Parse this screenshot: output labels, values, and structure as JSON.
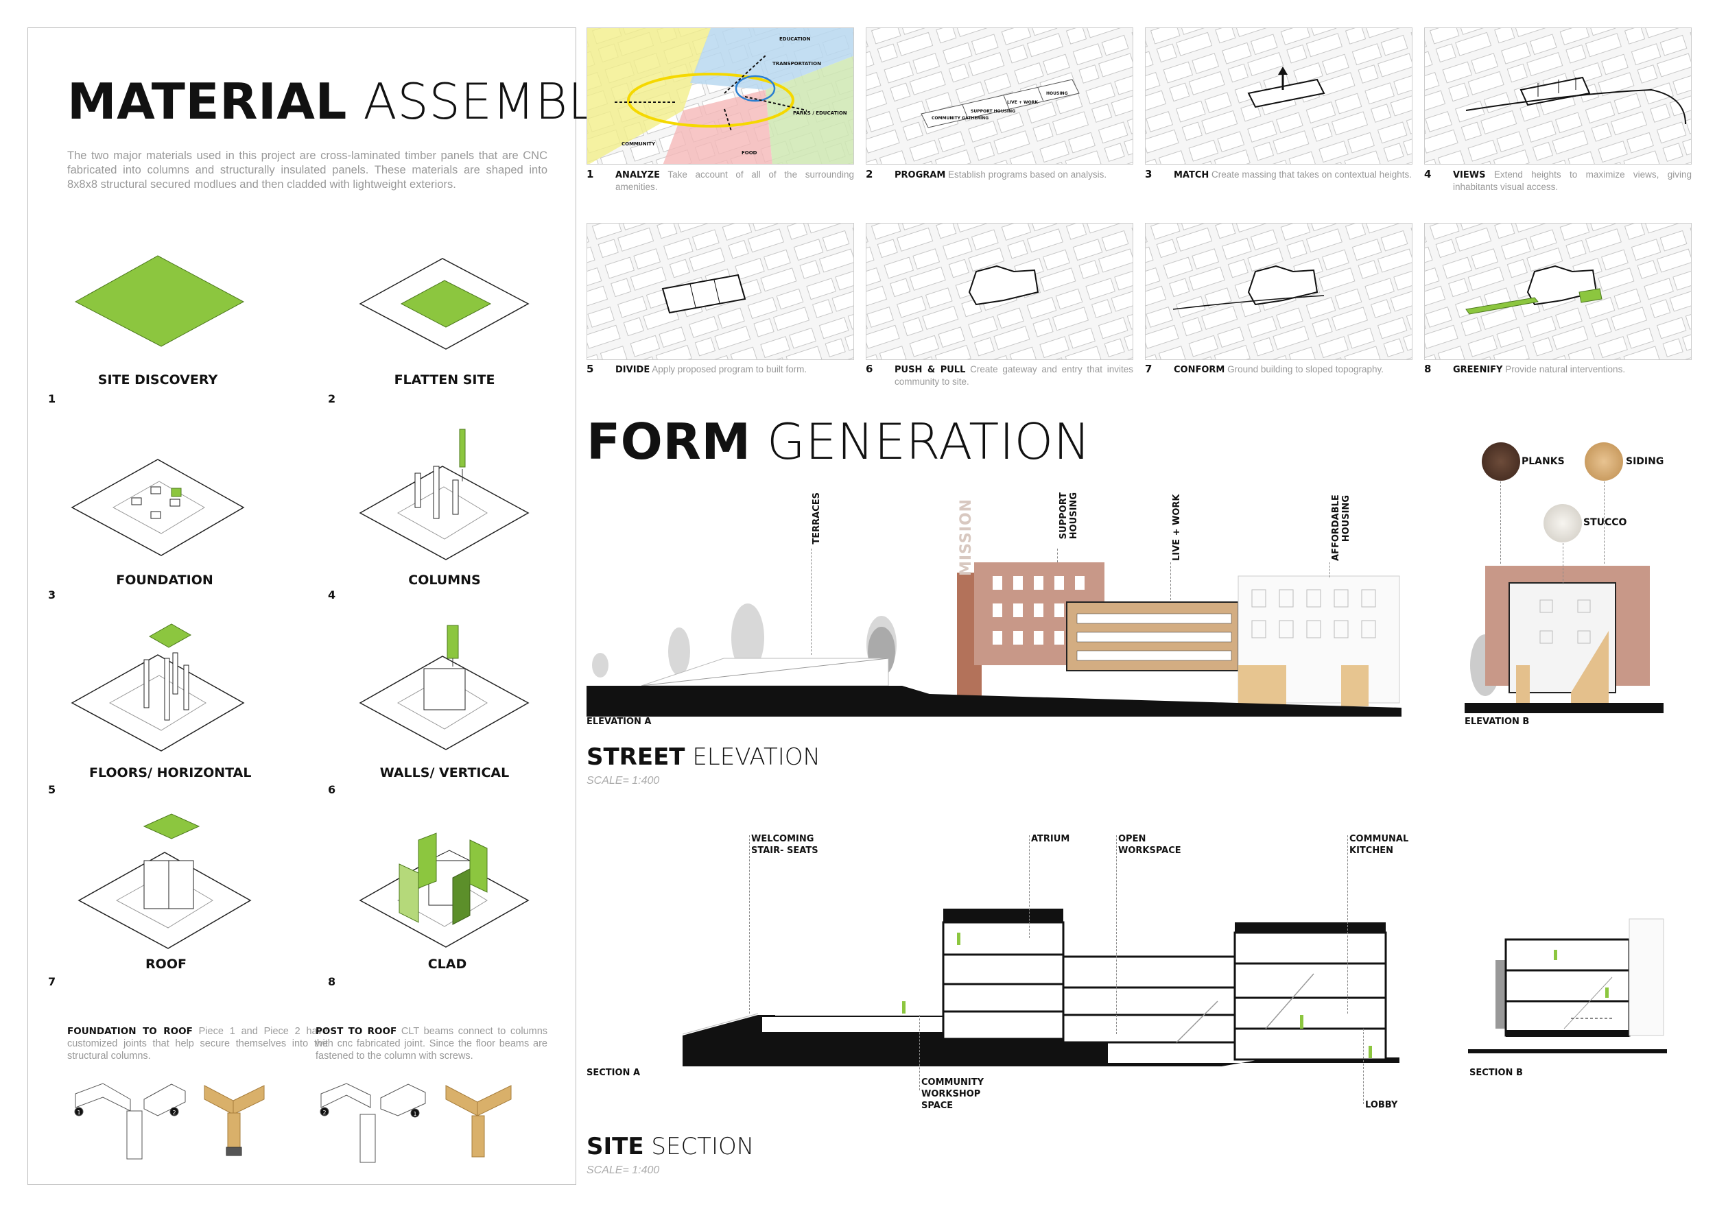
{
  "material": {
    "title_bold": "MATERIAL",
    "title_light": "ASSEMBLY",
    "intro": "The two major materials used in this project are cross-laminated timber panels that are CNC fabricated into columns and structurally insulated panels. These materials are shaped into 8x8x8 structural secured modlues and then cladded with lightweight exteriors.",
    "steps": [
      {
        "num": "1",
        "label": "SITE DISCOVERY"
      },
      {
        "num": "2",
        "label": "FLATTEN SITE"
      },
      {
        "num": "3",
        "label": "FOUNDATION"
      },
      {
        "num": "4",
        "label": "COLUMNS"
      },
      {
        "num": "5",
        "label": "FLOORS/ HORIZONTAL"
      },
      {
        "num": "6",
        "label": "WALLS/ VERTICAL"
      },
      {
        "num": "7",
        "label": "ROOF"
      },
      {
        "num": "8",
        "label": "CLAD"
      }
    ],
    "joints": [
      {
        "title": "FOUNDATION TO ROOF",
        "text": "Piece 1 and Piece 2 have customized joints that help secure themselves into the structural columns."
      },
      {
        "title": "POST TO ROOF",
        "text": "CLT beams connect to columns with cnc fabricated joint. Since the floor beams are fastened to the column with screws."
      }
    ],
    "joint_markers": [
      "1",
      "2",
      "2",
      "1"
    ],
    "colors": {
      "green": "#8cc63f",
      "dark_green": "#5c8f2a",
      "wood": "#d9b06a"
    }
  },
  "form": {
    "title_bold": "FORM",
    "title_light": "GENERATION",
    "steps": [
      {
        "num": "1",
        "title": "ANALYZE",
        "text": "Take account of all of the surrounding amenities."
      },
      {
        "num": "2",
        "title": "PROGRAM",
        "text": "Establish programs based on analysis."
      },
      {
        "num": "3",
        "title": "MATCH",
        "text": "Create massing that takes on contextual heights."
      },
      {
        "num": "4",
        "title": "VIEWS",
        "text": "Extend heights to maximize views, giving inhabitants visual access."
      },
      {
        "num": "5",
        "title": "DIVIDE",
        "text": "Apply proposed program to built form."
      },
      {
        "num": "6",
        "title": "PUSH & PULL",
        "text": "Create gateway and entry that invites community to site."
      },
      {
        "num": "7",
        "title": "CONFORM",
        "text": "Ground building to sloped topography."
      },
      {
        "num": "8",
        "title": "GREENIFY",
        "text": "Provide natural interventions."
      }
    ],
    "map_labels": [
      "EDUCATION",
      "TRANSPORTATION",
      "PARKS / EDUCATION",
      "COMMUNITY",
      "FOOD"
    ],
    "program_labels": [
      "COMMUNITY GATHERING",
      "SUPPORT HOUSING",
      "LIVE + WORK",
      "HOUSING"
    ]
  },
  "elevation": {
    "title_bold": "STREET",
    "title_light": "ELEVATION",
    "scale": "SCALE= 1:400",
    "label_a": "ELEVATION A",
    "label_b": "ELEVATION B",
    "sign": "MISSION",
    "tags": [
      "TERRACES",
      "SUPPORT HOUSING",
      "LIVE + WORK",
      "AFFORDABLE HOUSING"
    ],
    "materials": [
      "PLANKS",
      "SIDING",
      "STUCCO"
    ]
  },
  "section": {
    "title_bold": "SITE",
    "title_light": "SECTION",
    "scale": "SCALE= 1:400",
    "label_a": "SECTION A",
    "label_b": "SECTION B",
    "tags": {
      "stairs": "WELCOMING STAIR- SEATS",
      "atrium": "ATRIUM",
      "workspace": "OPEN WORKSPACE",
      "kitchen": "COMMUNAL KITCHEN",
      "workshop": "COMMUNITY WORKSHOP SPACE",
      "lobby": "LOBBY"
    }
  }
}
